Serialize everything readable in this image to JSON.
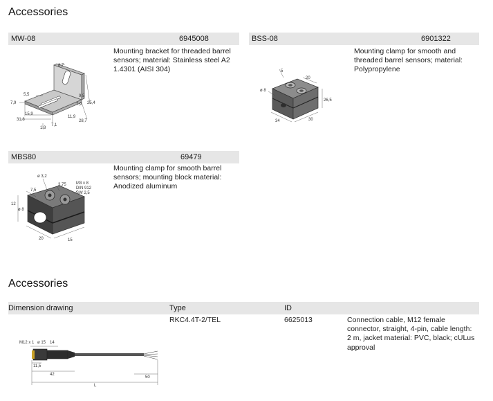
{
  "section1": {
    "title": "Accessories",
    "items": [
      {
        "name": "MW-08",
        "id": "6945008",
        "description": [
          "Mounting bracket for threaded barrel",
          "sensors; material: Stainless steel A2",
          "1.4301 (AISI 304)"
        ],
        "dims": [
          "8,7",
          "5,5",
          "7,9",
          "15,9",
          "31,8",
          "1,8",
          "7,1",
          "11,9",
          "28,7",
          "9,5",
          "7,9",
          "25,4"
        ]
      },
      {
        "name": "BSS-08",
        "id": "6901322",
        "description": [
          "Mounting clamp for smooth and",
          "threaded barrel sensors; material:",
          "Polypropylene"
        ],
        "dims": [
          "5",
          "20",
          "ø 8",
          "26,5",
          "34",
          "30"
        ]
      },
      {
        "name": "MBS80",
        "id": "69479",
        "description": [
          "Mounting clamp for smooth barrel",
          "sensors; mounting block material:",
          "Anodized aluminum"
        ],
        "dims": [
          "ø 3,2",
          "3,75",
          "M3 x 8",
          "DIN 912",
          "SW 2,5",
          "7,5",
          "12",
          "ø 8",
          "20",
          "15"
        ]
      }
    ]
  },
  "section2": {
    "title": "Accessories",
    "header": {
      "drawing": "Dimension drawing",
      "type": "Type",
      "id": "ID"
    },
    "row": {
      "type": "RKC4.4T-2/TEL",
      "id": "6625013",
      "description": [
        "Connection cable, M12 female",
        "connector, straight, 4-pin, cable length:",
        "2 m, jacket material: PVC, black; cULus",
        "approval"
      ],
      "dims": [
        "M12 x 1",
        "ø 15",
        "14",
        "11,5",
        "42",
        "50",
        "L"
      ]
    }
  },
  "colors": {
    "bar": "#e6e6e6",
    "part_dark": "#4a4a4a",
    "part_mid": "#8a8a8a"
  }
}
